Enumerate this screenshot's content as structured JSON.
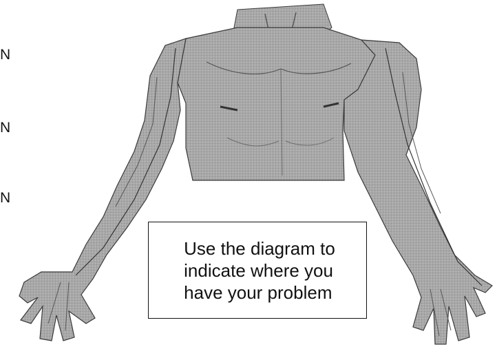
{
  "side_letters": [
    "N",
    "N",
    "N"
  ],
  "instruction": "Use the diagram to\nindicate where you\nhave your problem",
  "figure_icon": "anatomical-upper-body-arms-icon",
  "colors": {
    "body_fill": "#a8a8a8",
    "body_shade": "#6e6e6e",
    "outline": "#3a3a3a",
    "text": "#111111"
  }
}
